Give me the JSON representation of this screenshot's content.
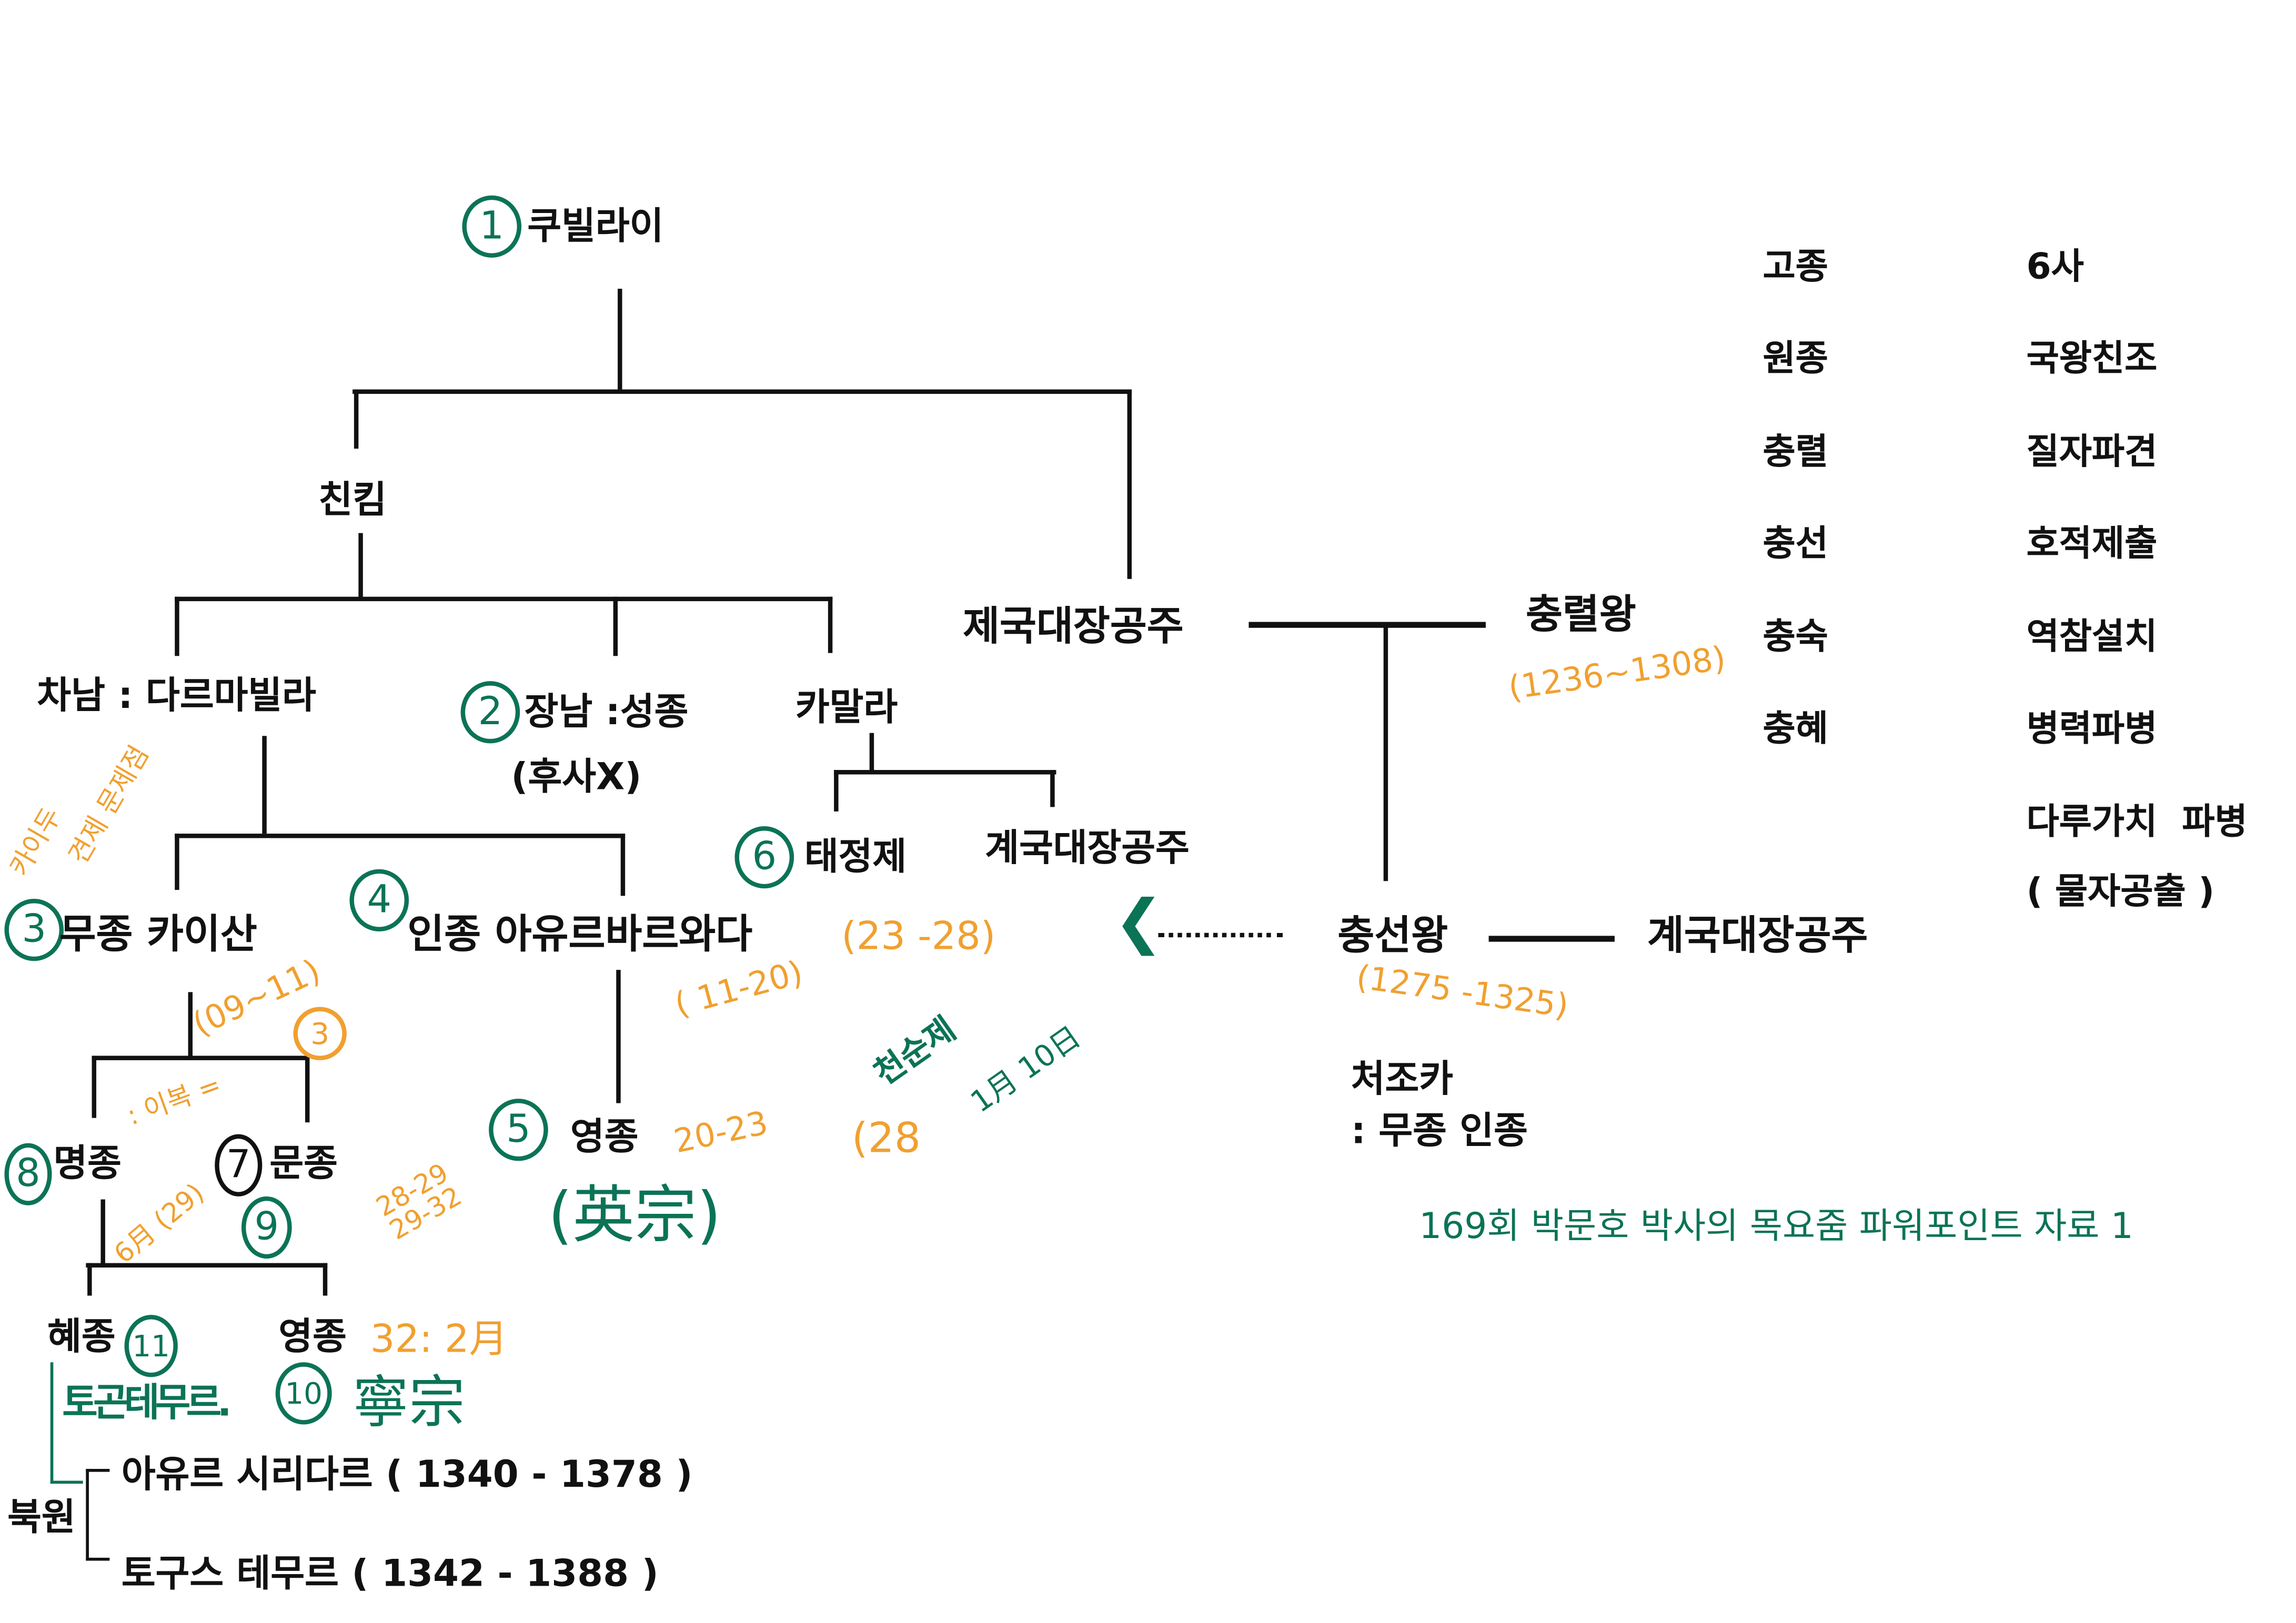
{
  "nodes": {
    "kublai": "쿠빌라이",
    "zhenjin": "친킴",
    "darmabala": "차남 : 다르마빌라",
    "chengzong": "장남 :성종",
    "no_heir": "(후사X)",
    "kamala": "카말라",
    "princess_jeguk": "제국대장공주",
    "chungnyeol": "충렬왕",
    "wuzong": "무종 카이산",
    "renzong": "인종 아유르바르와다",
    "taiding": "태정제",
    "princess_gyeguk_1": "계국대장공주",
    "yingzong": "영종",
    "chungseon": "충선왕",
    "princess_gyeguk_2": "계국대장공주",
    "nephew": "처조카",
    "nephew_of": ": 무종 인종",
    "mingzong": "명종",
    "wenzong": "문종",
    "huizong": "혜종",
    "ningzong": "영종",
    "northern_yuan": "북원",
    "ayushiridara": "아유르 시리다르 ( 1340 - 1378 )",
    "togus_temur": "토구스 테무르 ( 1342 - 1388 )"
  },
  "order_numbers": [
    "1",
    "2",
    "3",
    "4",
    "5",
    "6",
    "7",
    "8",
    "9",
    "10",
    "11"
  ],
  "annotations": {
    "chungnyeol_years": "(1236~1308)",
    "wuzong_years": "(09~11)",
    "wuzong_note_circle": "3",
    "kaidu": "카이두",
    "kaidu_note": "견제 문제점",
    "renzong_years": "( 11-20)",
    "taiding_years": "(23 -28)",
    "tianshun": "천순제",
    "tianshun_date": "1月 10日",
    "tianshun_year": "(28",
    "chungseon_years": "(1275 -1325)",
    "yingzong_years": "20-23",
    "yingzong_hanja": "(英宗)",
    "half_brothers": ": 이복 =",
    "mingzong_date": "6月 (29)",
    "wenzong_years": "28-29 29-32",
    "ningzong_date": "32: 2月",
    "togon_temur": "토곤테무르.",
    "ningzong_hanja": "寧宗"
  },
  "table": {
    "kings": [
      "고종",
      "원종",
      "충렬",
      "충선",
      "충숙",
      "충혜"
    ],
    "items": [
      "6사",
      "국왕친조",
      "질자파견",
      "호적제출",
      "역참설치",
      "병력파병",
      "다루가치  파병",
      "( 물자공출 )"
    ]
  },
  "footer": "169회 박문호 박사의 목요줌 파워포인트 자료 1",
  "colors": {
    "green": "#0b7356",
    "orange": "#f0a030",
    "black": "#111111"
  }
}
